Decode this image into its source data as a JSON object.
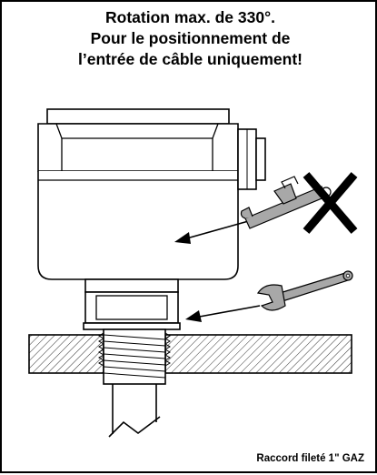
{
  "title": {
    "line1": "Rotation max. de 330°.",
    "line2": "Pour le positionnement de",
    "line3": "l’entrée de câble uniquement!"
  },
  "caption": "Raccord fileté 1\" GAZ",
  "colors": {
    "ink": "#000000",
    "wrench_fill": "#a8a8a8",
    "hatch": "#000000",
    "background": "#ffffff"
  },
  "icons": [
    "pipe-wrench-icon",
    "cross-icon",
    "open-end-wrench-icon",
    "arrow-icon"
  ]
}
